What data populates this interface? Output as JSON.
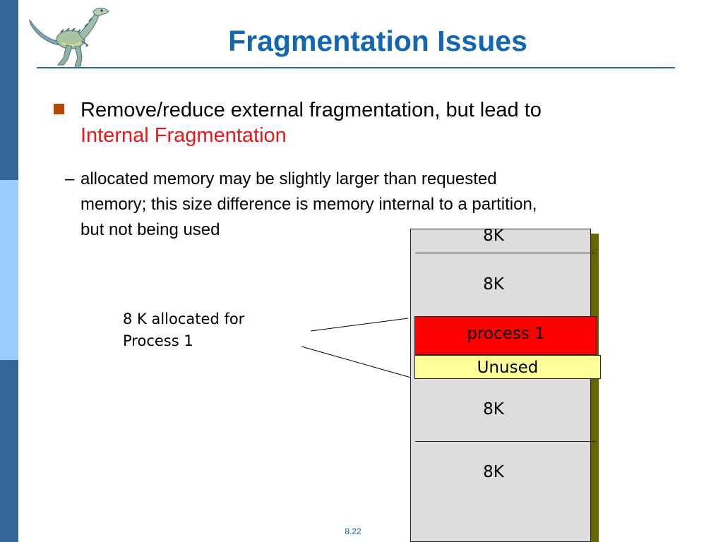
{
  "slide": {
    "title": "Fragmentation Issues",
    "bullet": {
      "text": "Remove/reduce external fragmentation, but lead to",
      "highlight": "Internal Fragmentation"
    },
    "sub_bullet": {
      "dash": "–",
      "line1": "allocated memory may be slightly larger than requested",
      "line2": "memory; this size difference is memory internal to a partition,",
      "line3": "but not being used"
    },
    "side_label": {
      "line1": "8 K allocated for",
      "line2": "Process 1"
    },
    "memory": {
      "block1": "8K",
      "block2": "8K",
      "process": "process 1",
      "unused": "Unused",
      "block3": "8K",
      "block4": "8K"
    },
    "page_number": "8.22"
  },
  "colors": {
    "title": "#1366b0",
    "bar_dark": "#336699",
    "bar_light": "#99ccff",
    "bullet": "#b34700",
    "highlight": "#e8171b",
    "process_fill": "#ff0000",
    "unused_fill": "#ffff99",
    "memory_fill": "#dddddd",
    "memory_shadow": "#666600"
  },
  "icons": {
    "logo": "dinosaur-logo-icon"
  }
}
